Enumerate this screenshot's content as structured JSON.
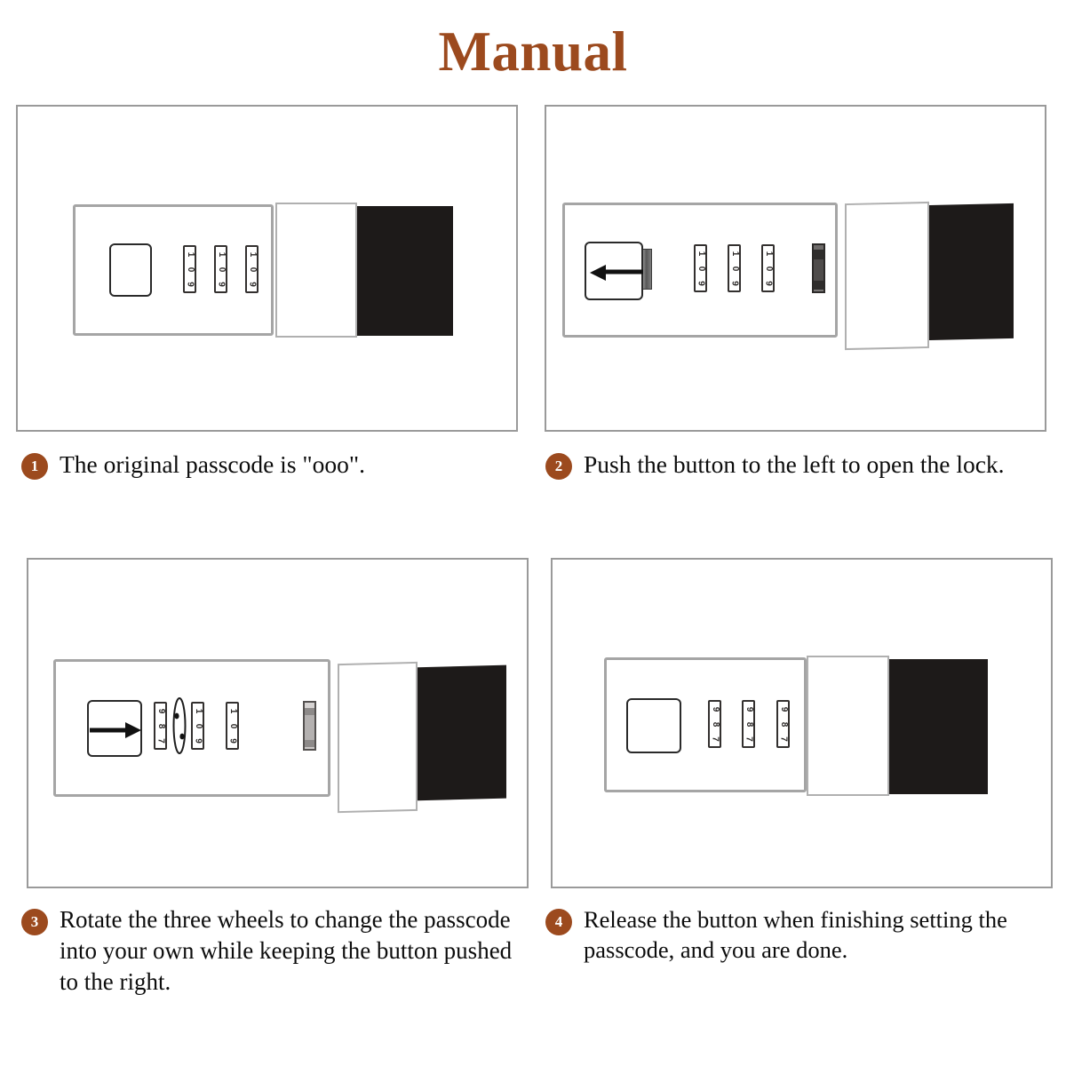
{
  "title": "Manual",
  "accent_color": "#9c4a1e",
  "text_color": "#0d0d0d",
  "panel_border_color": "#9a9a9a",
  "black_block_color": "#1d1a19",
  "steps": [
    {
      "number": "1",
      "text": "The original passcode is \"ooo\".",
      "lock": {
        "button_state": "centered-no-arrow",
        "arrow": "none",
        "wheels": [
          {
            "digits": [
              "1",
              "0",
              "9"
            ],
            "style": "light"
          },
          {
            "digits": [
              "1",
              "0",
              "9"
            ],
            "style": "light"
          },
          {
            "digits": [
              "1",
              "0",
              "9"
            ],
            "style": "light"
          }
        ],
        "indicator_wheel": "none",
        "rotation_marker": false,
        "slider_position": "closed"
      }
    },
    {
      "number": "2",
      "text": "Push the button to the left to open the lock.",
      "lock": {
        "button_state": "pushed-left",
        "arrow": "left",
        "wheels": [
          {
            "digits": [
              "1",
              "0",
              "9"
            ],
            "style": "light"
          },
          {
            "digits": [
              "1",
              "0",
              "9"
            ],
            "style": "light"
          },
          {
            "digits": [
              "1",
              "0",
              "9"
            ],
            "style": "light"
          }
        ],
        "indicator_wheel": "dark",
        "rotation_marker": false,
        "slider_position": "open"
      }
    },
    {
      "number": "3",
      "text": "Rotate the three wheels to change the passcode into your own while keeping the button pushed to the right.",
      "lock": {
        "button_state": "pushed-right",
        "arrow": "right",
        "wheels": [
          {
            "digits": [
              "9",
              "8",
              "7"
            ],
            "style": "light"
          },
          {
            "digits": [
              "1",
              "0",
              "9"
            ],
            "style": "light"
          },
          {
            "digits": [
              "1",
              "0",
              "9"
            ],
            "style": "light"
          }
        ],
        "indicator_wheel": "mid",
        "rotation_marker": true,
        "slider_position": "open"
      }
    },
    {
      "number": "4",
      "text": "Release the button when finishing setting the passcode, and you are done.",
      "lock": {
        "button_state": "centered-no-arrow",
        "arrow": "none",
        "wheels": [
          {
            "digits": [
              "9",
              "8",
              "7"
            ],
            "style": "light"
          },
          {
            "digits": [
              "9",
              "8",
              "7"
            ],
            "style": "light"
          },
          {
            "digits": [
              "9",
              "8",
              "7"
            ],
            "style": "light"
          }
        ],
        "indicator_wheel": "none",
        "rotation_marker": false,
        "slider_position": "closed"
      }
    }
  ]
}
